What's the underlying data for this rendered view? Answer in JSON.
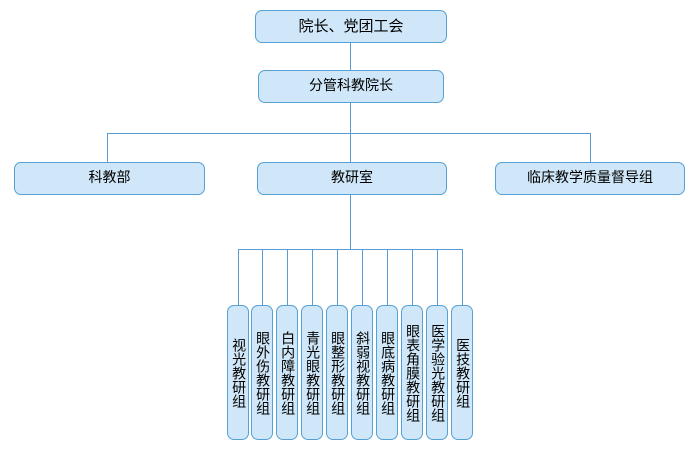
{
  "diagram": {
    "type": "organizational-chart",
    "title": "",
    "colors": {
      "node_fill": "#cfe7f8",
      "node_border": "#55a0d4",
      "connector": "#5b9bd5",
      "background": "#ffffff",
      "text": "#000000"
    },
    "tier1": {
      "president": "院长、党团工会"
    },
    "tier2": {
      "vice_president": "分管科教院长"
    },
    "tier3": [
      {
        "label": "科教部"
      },
      {
        "label": "教研室"
      },
      {
        "label": "临床教学质量督导组"
      }
    ],
    "tier4_groups": [
      {
        "label": "视光教研组"
      },
      {
        "label": "眼外伤教研组"
      },
      {
        "label": "白内障教研组"
      },
      {
        "label": "青光眼教研组"
      },
      {
        "label": "眼整形教研组"
      },
      {
        "label": "斜弱视教研组"
      },
      {
        "label": "眼底病教研组"
      },
      {
        "label": "眼表角膜教研组"
      },
      {
        "label": "医学验光教研组"
      },
      {
        "label": "医技教研组"
      }
    ]
  }
}
